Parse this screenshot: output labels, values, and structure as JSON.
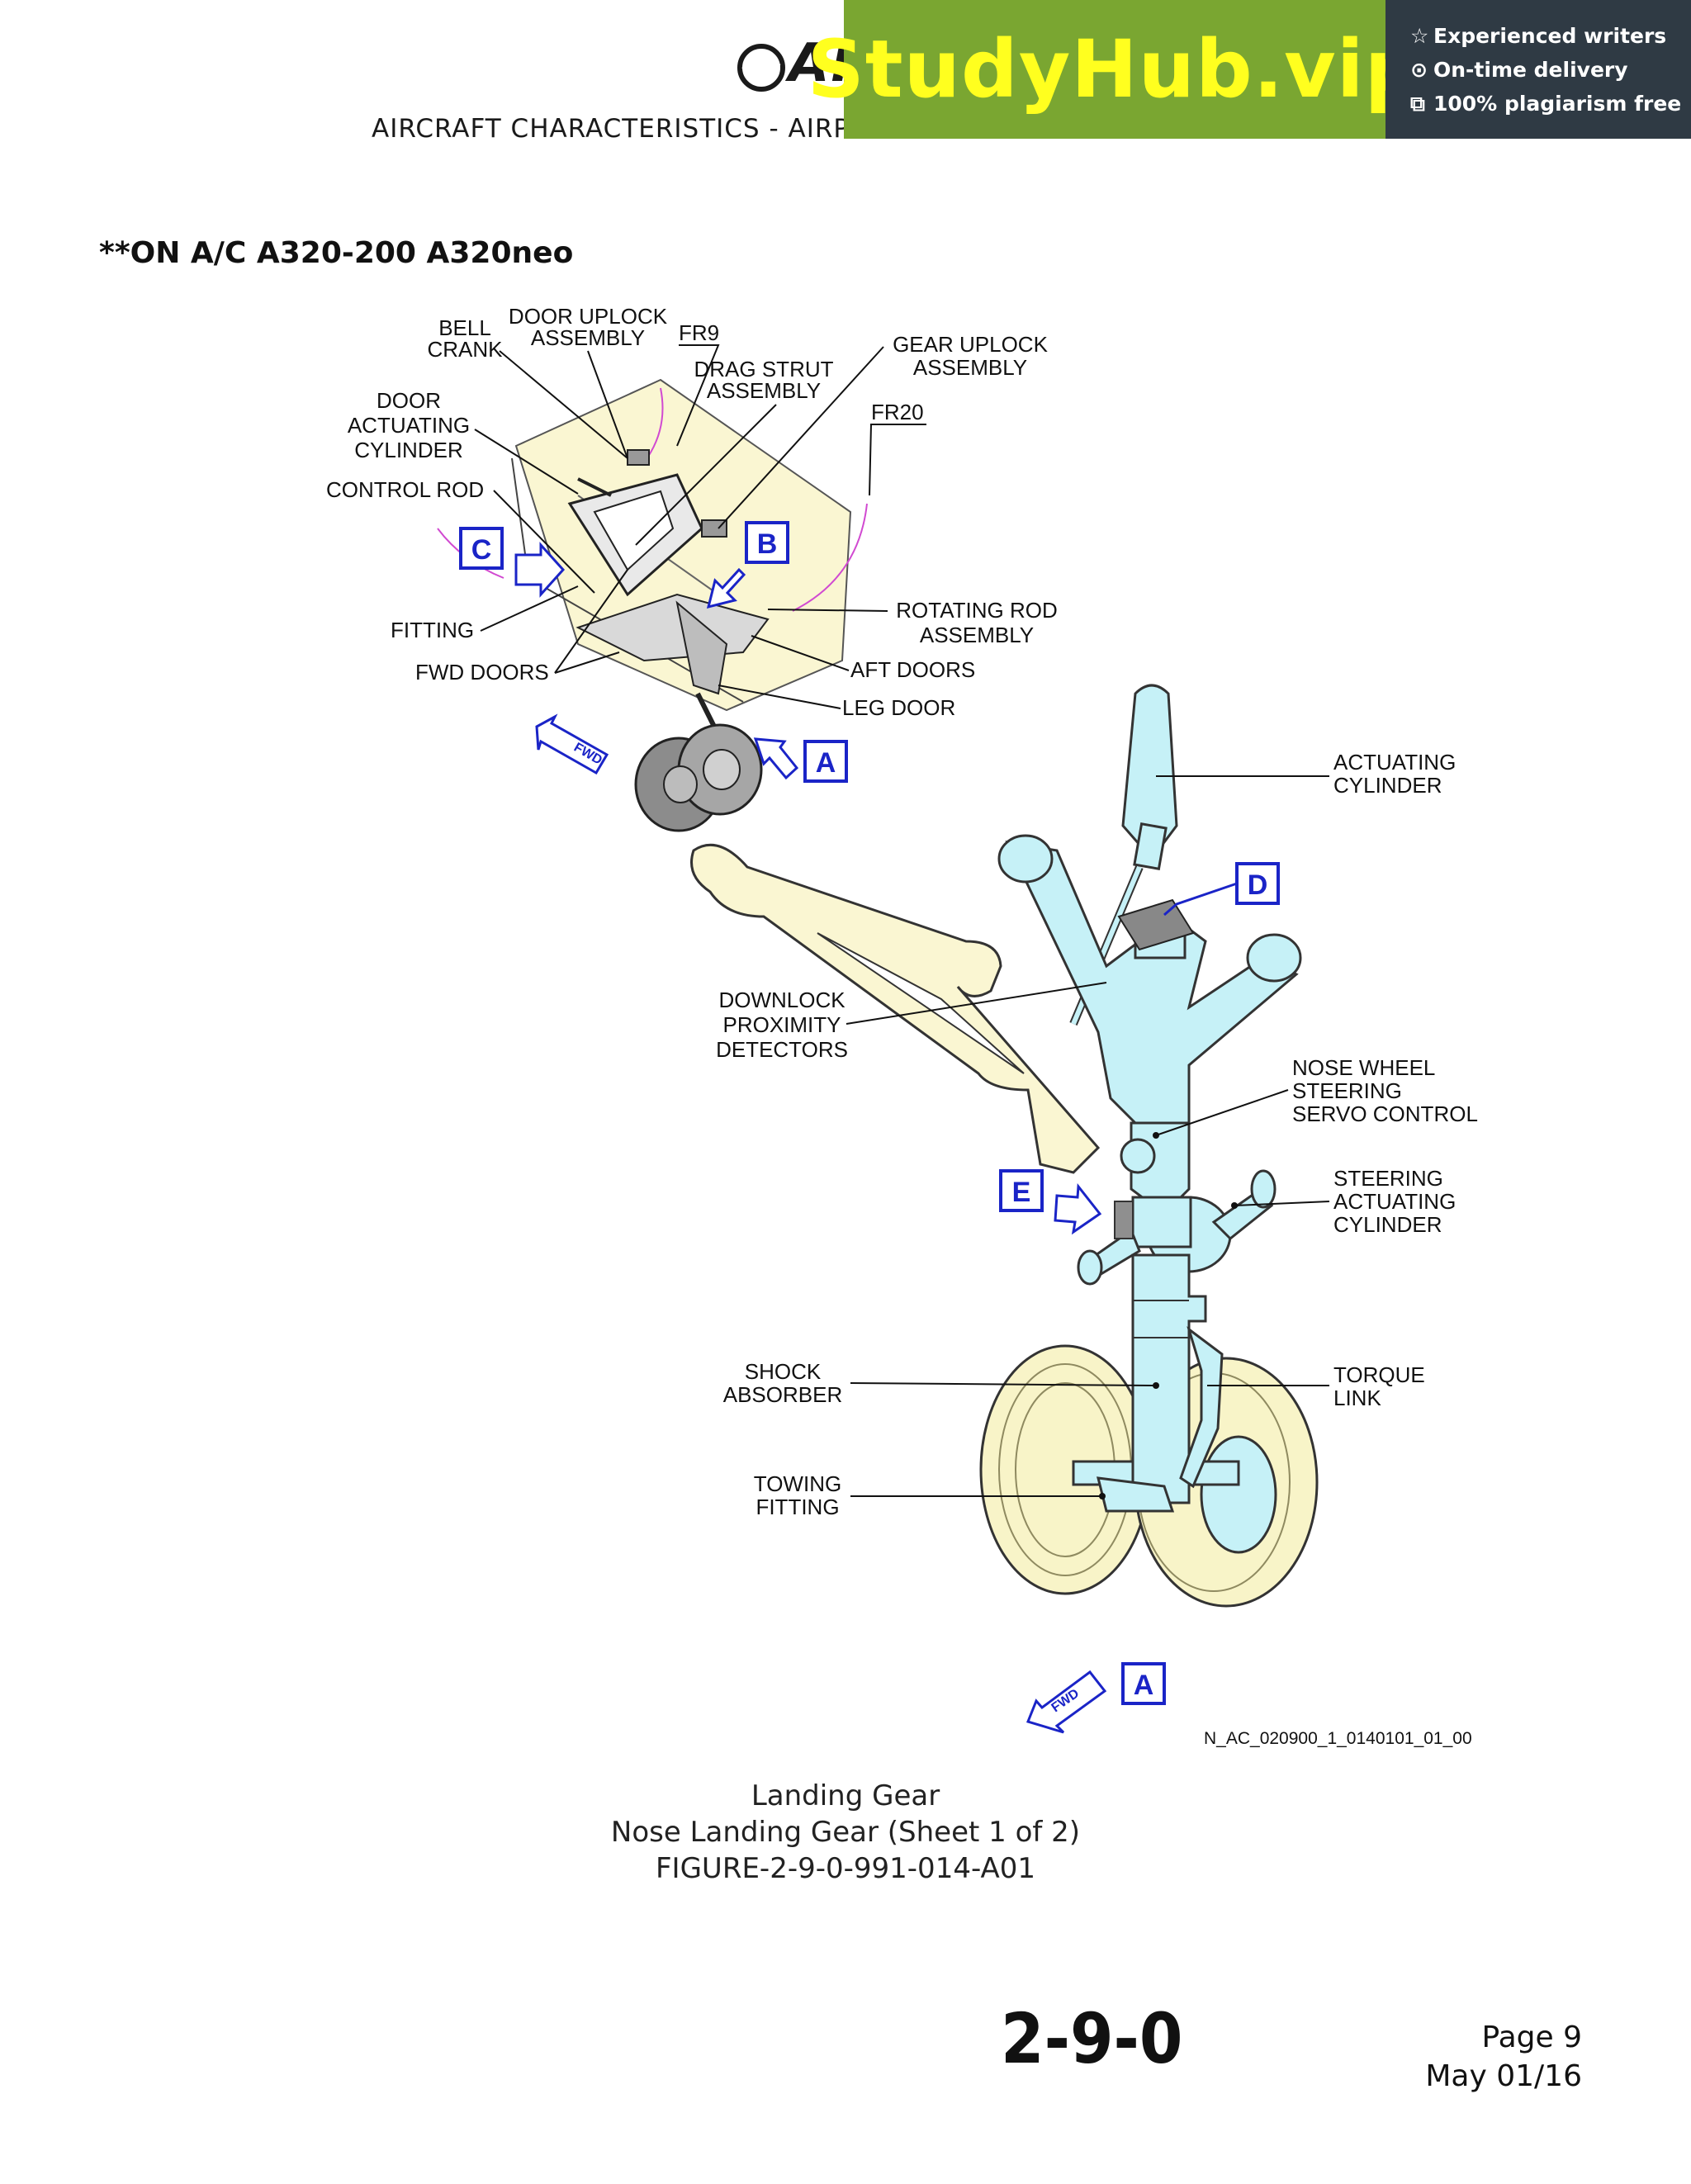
{
  "header": {
    "logo_text": "AIRBUS",
    "subtitle": "AIRCRAFT CHARACTERISTICS - AIRPORT AND MAINTENANCE PLANNING"
  },
  "banner": {
    "brand": "StudyHub.vip",
    "features": [
      {
        "icon": "star-icon",
        "glyph": "☆",
        "text": "Experienced writers"
      },
      {
        "icon": "clock-icon",
        "glyph": "⊙",
        "text": "On-time delivery"
      },
      {
        "icon": "copy-icon",
        "glyph": "⧉",
        "text": "100% plagiarism free"
      }
    ],
    "colors": {
      "green": "#7aa631",
      "brand_text": "#ffff1f",
      "dark": "#2f3a44"
    }
  },
  "applicability": "**ON A/C A320-200 A320neo",
  "figure": {
    "labels": {
      "bell_crank": [
        "BELL",
        "CRANK"
      ],
      "door_uplock": [
        "DOOR UPLOCK",
        "ASSEMBLY"
      ],
      "fr9": "FR9",
      "drag_strut": [
        "DRAG STRUT",
        "ASSEMBLY"
      ],
      "gear_uplock": [
        "GEAR UPLOCK",
        "ASSEMBLY"
      ],
      "fr20": "FR20",
      "door_actuating_cylinder": [
        "DOOR",
        "ACTUATING",
        "CYLINDER"
      ],
      "control_rod": "CONTROL ROD",
      "fitting": "FITTING",
      "fwd_doors": "FWD DOORS",
      "rotating_rod": [
        "ROTATING ROD",
        "ASSEMBLY"
      ],
      "aft_doors": "AFT DOORS",
      "leg_door": "LEG DOOR",
      "actuating_cylinder": [
        "ACTUATING",
        "CYLINDER"
      ],
      "downlock": [
        "DOWNLOCK",
        "PROXIMITY",
        "DETECTORS"
      ],
      "steering_servo": [
        "NOSE WHEEL",
        "STEERING",
        "SERVO CONTROL"
      ],
      "steering_cylinder": [
        "STEERING",
        "ACTUATING",
        "CYLINDER"
      ],
      "shock_absorber": [
        "SHOCK",
        "ABSORBER"
      ],
      "torque_link": [
        "TORQUE",
        "LINK"
      ],
      "towing_fitting": [
        "TOWING",
        "FITTING"
      ]
    },
    "callouts": {
      "a": "A",
      "b": "B",
      "c": "C",
      "d": "D",
      "e": "E"
    },
    "fwd_marker": "FWD",
    "drawing_code": "N_AC_020900_1_0140101_01_00",
    "colors": {
      "callout_blue": "#1a24c7",
      "gear_cyan": "#c6f1f7",
      "tire_yellow": "#f8f4c8",
      "bay_yellow": "#faf6d2"
    }
  },
  "caption": {
    "line1": "Landing Gear",
    "line2": "Nose Landing Gear (Sheet 1 of 2)",
    "line3": "FIGURE-2-9-0-991-014-A01"
  },
  "footer": {
    "section": "2-9-0",
    "page": "Page  9",
    "date": "May  01/16"
  }
}
